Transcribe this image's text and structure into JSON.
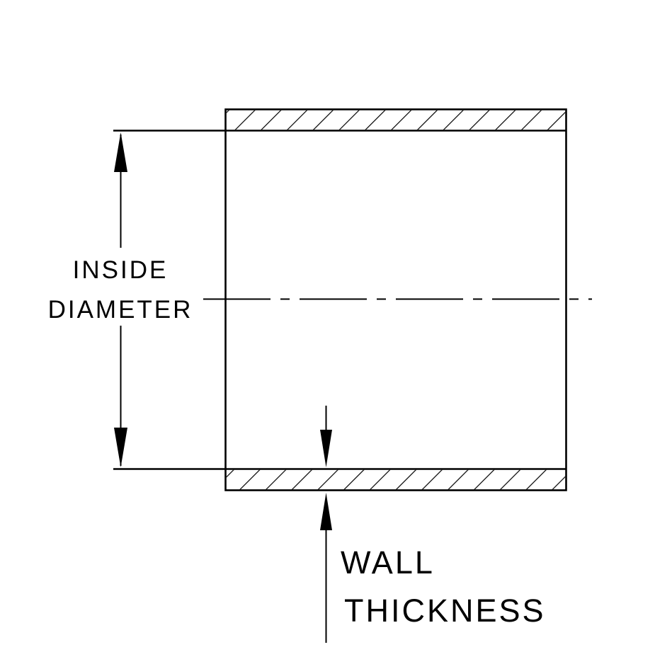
{
  "page": {
    "background_color": "#ffffff",
    "line_color": "#000000"
  },
  "diagram": {
    "type": "technical-cross-section-drawing",
    "labels": {
      "inside_diameter_line1": "INSIDE",
      "inside_diameter_line2": "DIAMETER",
      "wall_thickness_line1": "WALL",
      "wall_thickness_line2": "THICKNESS"
    }
  }
}
